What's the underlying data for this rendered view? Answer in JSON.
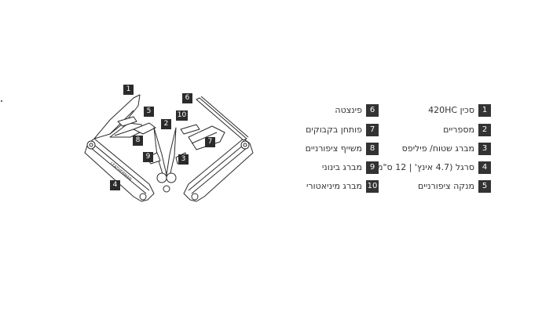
{
  "callouts": [
    "1",
    "2",
    "3",
    "4",
    "5",
    "6",
    "7",
    "8",
    "9",
    "10"
  ],
  "legend": {
    "right_column": [
      {
        "num": "1",
        "label": "סכין 420HC"
      },
      {
        "num": "2",
        "label": "מספריים"
      },
      {
        "num": "3",
        "label": "מברג שטוח/ פיליפס"
      },
      {
        "num": "4",
        "label": "סרגל (4.7 אינץ' | 12 ס\"מ)"
      },
      {
        "num": "5",
        "label": "מנקה ציפורניים"
      }
    ],
    "left_column": [
      {
        "num": "6",
        "label": "פינצטה"
      },
      {
        "num": "7",
        "label": "פותחן בקבוקים"
      },
      {
        "num": "8",
        "label": "משייף ציפורניים"
      },
      {
        "num": "9",
        "label": "מברג בינוני"
      },
      {
        "num": "10",
        "label": "מברג מיניאטורי"
      }
    ]
  },
  "brand_text": "LEATHERMAN",
  "colors": {
    "line": "#2b2b2b",
    "badge": "#333333",
    "background": "#ffffff"
  }
}
